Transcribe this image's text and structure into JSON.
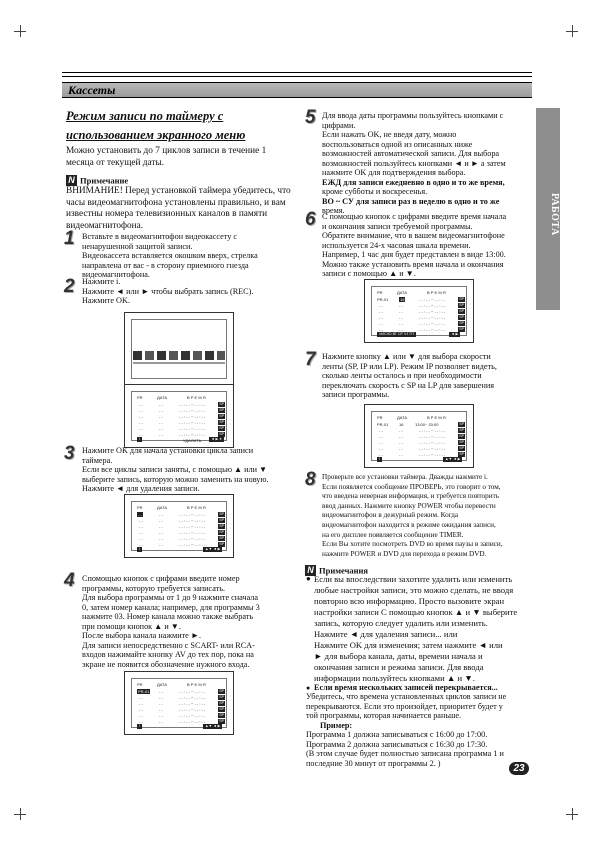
{
  "header": {
    "title": "Кассеты"
  },
  "side_tab": {
    "label": "РАБОТА"
  },
  "section": {
    "title_line1": "Режим записи по таймеру с",
    "title_line2": "использованием экранного меню"
  },
  "intro": "Можно установить до 7 циклов записи в течение 1 месяца от текущей даты.",
  "note1": {
    "label": "Примечание",
    "text": "ВНИМАНИЕ! Перед установкой таймера убедитесь, что часы видеомагнитофона установлены правильно, и вам известны номера телевизионных каналов в памяти видеомагнитофона."
  },
  "steps": {
    "s1": {
      "num": "1",
      "lines": [
        "Вставьте в видеомагнитофон видеокассету с",
        "ненарушенной защитой записи.",
        "Видеокассета вставляется окошком вверх, стрелка",
        "направлена  от вас - в сторону приемного гнезда",
        "видеомагнитофона."
      ]
    },
    "s2": {
      "num": "2",
      "lines": [
        "Нажмите i.",
        "Нажмите ◄ или ► чтобы выбрать запись (REC).",
        "Нажмите OK."
      ]
    },
    "s3": {
      "num": "3",
      "lines": [
        "Нажмите OK для начала установки цикла записи",
        "таймера.",
        "Если все циклы записи заняты, с помощью ▲ или ▼",
        "выберите запись, которую можно заменить на новую.",
        "Нажмите ◄ для удаления записи."
      ]
    },
    "s4": {
      "num": "4",
      "lines": [
        "Спомощью кнопок с цифрами введите номер",
        "программы, которую требуется записать.",
        "Для выбора программы от 1 до 9 нажмите сначала",
        "0, затем номер канала; например, для программы 3",
        "нажмите 03. Номер канала можно также выбрать",
        "при помощи кнопок ▲ и ▼.",
        "После выбора канала нажмите ►.",
        "Для записи непосредственно с SCART- или RCA-",
        "входов нажимайте кнопку AV до тех пор, пока на",
        "экране не появится обозначение нужного входа."
      ]
    },
    "s5": {
      "num": "5",
      "lines": [
        "Для ввода даты программы пользуйтесь кнопками с",
        "цифрами.",
        "Если нажать OK, не введя дату, можно",
        "воспользоваться одной из описанных ниже",
        "возможностей автоматической записи. Для выбора",
        "возможностей пользуйтесь кнопками ◄ и ► а затем",
        "нажмите OK для подтверждения выбора.",
        "ЕЖД для записи ежедневно в одно и то же время,",
        "кроме субботы и воскресенья.",
        "ВО ~ СУ для записи раз в неделю в одно и то же",
        "время."
      ]
    },
    "s6": {
      "num": "6",
      "lines": [
        "С помощью кнопок с цифрами введите время начала",
        "и окончания записи требуемой программы.",
        "Обратите внимание, что в вашем видеомагнитофоне",
        "используется 24-х часовая шкала времени.",
        "Например, 1 час дня будет представлен в виде 13:00.",
        "Можно также установить время начала и окончания",
        "записи с помощью ▲ и ▼."
      ]
    },
    "s7": {
      "num": "7",
      "lines": [
        "Нажмите кнопку ▲ или ▼ для выбора скорости",
        "ленты (SP, IP или LP). Режим IP позволяет видеть,",
        "сколько ленты осталось и при необходимости",
        "переключать скорость с SP на LP для завершения",
        "записи программы."
      ]
    },
    "s8": {
      "num": "8",
      "lines": [
        "Проверьте все установки таймера. Дважды нажмите i.",
        "Если появляется сообщение ПРОВЕРЬ, это говорит о том,",
        "что введена неверная информация, и требуется повторить",
        "ввод данных. Нажмите кнопку POWER чтобы перевести",
        "видеомагнитофон в дежурный режим.  Когда",
        "видеомагнитофон находится в режиме ожидания записи,",
        "на его дисплее появляется сообщение TIMER.",
        "Если Вы хотите посмотреть DVD во время паузы в записи,",
        "нажмите POWER и DVD для перехода в режим DVD."
      ]
    }
  },
  "notes2": {
    "label": "Примечания",
    "bullet1": [
      "Если вы впоследствии захотите удалить или изменить",
      "любые настройки записи, это можно сделать, не вводя",
      "повторно всю информацию. Просто вызовите экран",
      "настройки записи С помощью кнопок ▲ и ▼ выберите",
      "запись, которую следует удалить или изменить.",
      "Нажмите ◄ для удаления записи... или",
      "Нажмите OK для изменения; затем нажмите ◄ или",
      "► для выбора канала, даты, времени начала и",
      "окончания записи и режима записи. Для ввода",
      "информации пользуйтесь кнопками ▲ и ▼."
    ],
    "bullet2_title": "Если время нескольких записей перекрывается...",
    "bullet2": [
      "Убедитесь, что времена установленных циклов записи не",
      "перекрываются. Если это произойдет, приоритет будет у",
      "той программы, которая начинается раньше."
    ],
    "example_title": "Пример:",
    "example": [
      "Программа 1 должна записываться с 16:00 до 17:00.",
      "Программа 2 должна записываться с 16:30 до 17:30.",
      "(В этом случае будет полностью записана программа 1 и",
      "последние 30 минут от программы 2. )"
    ]
  },
  "screens": {
    "headers": [
      "PR",
      "ДАТА",
      "В Р Е М Я"
    ],
    "speed": "SP",
    "delete_label": "УДАЛИТЬ",
    "sample_pr": "PR-01",
    "sample_date": "16",
    "sample_time": "13:00~ 20:00",
    "footer_step6": "ЧИСЛО  ВТ  СР  ЧТ  ПТ"
  },
  "page": {
    "number": "23"
  }
}
